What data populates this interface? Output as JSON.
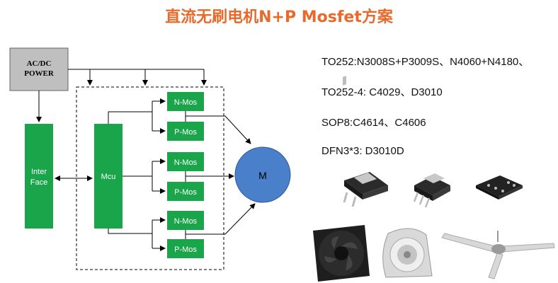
{
  "title": "直流无刷电机N+P Mosfet方案",
  "diagram": {
    "power_label_1": "AC/DC",
    "power_label_2": "POWER",
    "interface_label_1": "Inter",
    "interface_label_2": "Face",
    "mcu_label": "Mcu",
    "n_mos_label": "N-Mos",
    "p_mos_label": "P-Mos",
    "motor_label": "M"
  },
  "specs": [
    "TO252:N3008S+P3009S、N4060+N4180、",
    "TO252-4: C4029、D3010",
    "SOP8:C4614、C4606",
    "DFN3*3: D3010D"
  ],
  "colors": {
    "title": "#e8692a",
    "block_green": "#1aa54b",
    "power_gray": "#bfbfbf",
    "motor_blue": "#4a7fc9"
  }
}
